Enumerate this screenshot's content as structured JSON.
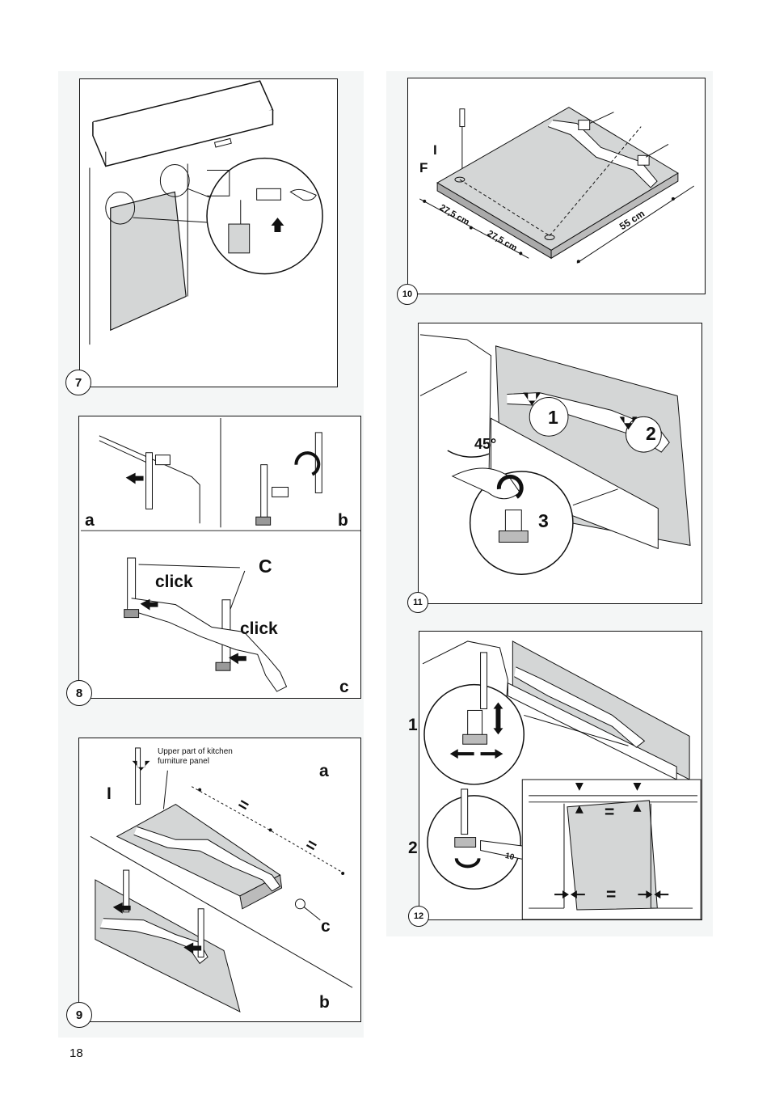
{
  "page_number": "18",
  "figures": {
    "f7": {
      "number": "7"
    },
    "f8": {
      "number": "8",
      "sub_a": "a",
      "sub_b": "b",
      "sub_c": "c",
      "label_C": "C",
      "click1": "click",
      "click2": "click"
    },
    "f9": {
      "number": "9",
      "sub_a": "a",
      "sub_b": "b",
      "sub_c": "c",
      "label_I": "I",
      "note": "Upper part of kitchen furniture panel",
      "eq1": "=",
      "eq2": "="
    },
    "f10": {
      "number": "10",
      "label_I": "I",
      "label_F": "F",
      "dim1": "27,5 cm",
      "dim2": "27,5 cm",
      "dim3": "55 cm"
    },
    "f11": {
      "number": "11",
      "step1": "1",
      "step2": "2",
      "step3": "3",
      "angle": "45°"
    },
    "f12": {
      "number": "12",
      "step1": "1",
      "step2": "2",
      "eq1": "=",
      "eq2": "=",
      "wrench": "10"
    }
  }
}
